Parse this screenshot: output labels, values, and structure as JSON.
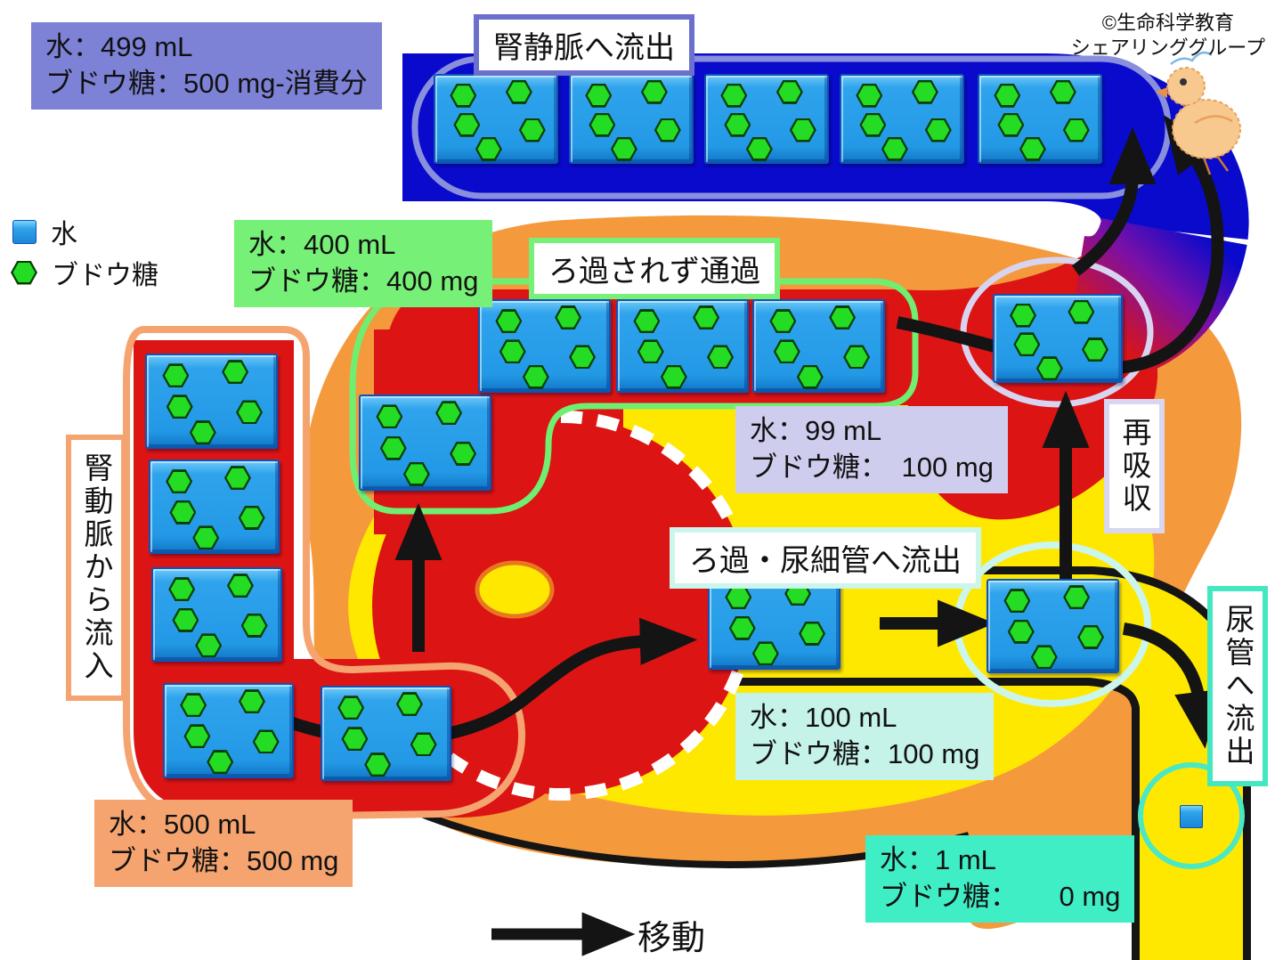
{
  "copyright": {
    "line1": "©生命科学教育",
    "line2": "シェアリンググループ"
  },
  "legend": {
    "water": "水",
    "glucose": "ブドウ糖",
    "move": "移動"
  },
  "labels": {
    "vein_out": "腎静脈へ流出",
    "pass_unfiltered": "ろ過されず通過",
    "filter_out": "ろ過・尿細管へ流出",
    "reabsorption": "再吸収",
    "ureter_out": "尿管へ流出",
    "artery_in": "腎動脈から流入"
  },
  "stats": {
    "renal_vein": {
      "water": "水：499 mL",
      "glucose": "ブドウ糖：500 mg-消費分",
      "bg": "#7E82D6"
    },
    "unfiltered": {
      "water": "水：400 mL",
      "glucose": "ブドウ糖：400 mg",
      "bg": "#77F077"
    },
    "reabsorbed": {
      "water": "水：99 mL",
      "glucose": "ブドウ糖：　100 mg",
      "bg": "#CFCDED"
    },
    "filtrate": {
      "water": "水：100 mL",
      "glucose": "ブドウ糖：100 mg",
      "bg": "#C6F3E9"
    },
    "urine": {
      "water": "水：1 mL",
      "glucose": "ブドウ糖：　　0 mg",
      "bg": "#40EEC6"
    },
    "renal_artery": {
      "water": "水：500 mL",
      "glucose": "ブドウ糖：500 mg",
      "bg": "#F5A470"
    }
  },
  "colors": {
    "artery_red": "#DC1414",
    "vein_blue": "#0A0ACC",
    "tubule_yellow": "#FFE800",
    "kidney_orange": "#F5993D",
    "water_blue": "#2FA3EC",
    "glucose_green": "#23DC23"
  },
  "diagram": {
    "flow_groups": [
      {
        "id": "renal_artery",
        "water_boxes": 5
      },
      {
        "id": "unfiltered",
        "water_boxes": 4
      },
      {
        "id": "reabsorbed",
        "water_boxes": 1
      },
      {
        "id": "filtrate",
        "water_boxes": 2
      },
      {
        "id": "renal_vein",
        "water_boxes": 5
      },
      {
        "id": "urine",
        "water_cubes": 1
      }
    ],
    "glucose_hexagons_per_box": 5
  }
}
